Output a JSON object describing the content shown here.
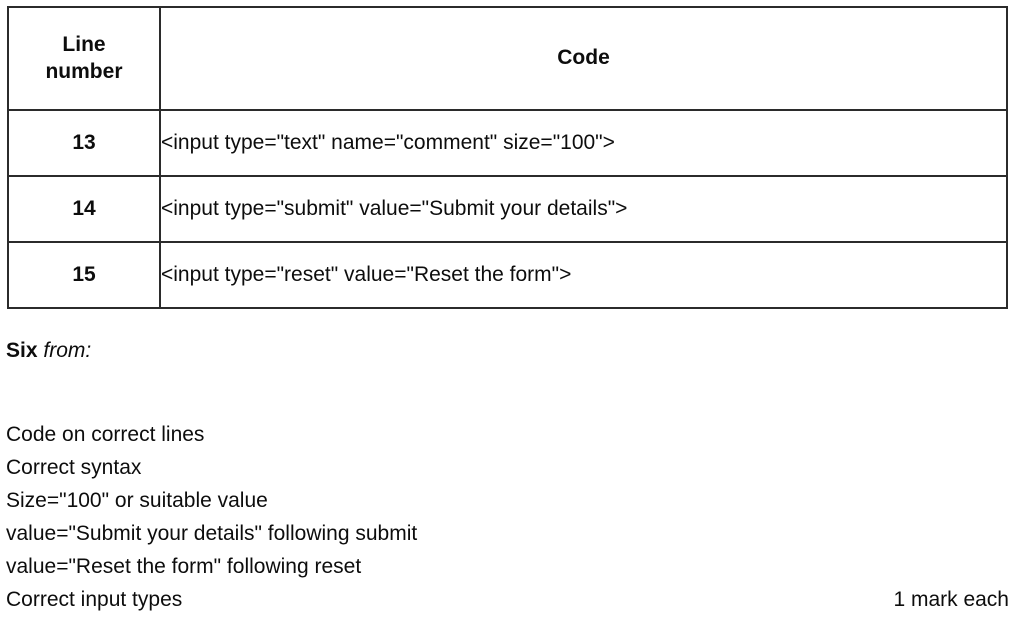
{
  "table": {
    "headers": {
      "line_number": "Line\nnumber",
      "line_number_l1": "Line",
      "line_number_l2": "number",
      "code": "Code"
    },
    "rows": [
      {
        "line": "13",
        "code": "<input type=\"text\" name=\"comment\" size=\"100\">"
      },
      {
        "line": "14",
        "code": "<input type=\"submit\" value=\"Submit your details\">"
      },
      {
        "line": "15",
        "code": "<input type=\"reset\" value=\"Reset the form\">"
      }
    ]
  },
  "notes": {
    "heading_lead": "Six",
    "heading_trail": " from:",
    "criteria": [
      "Code on correct lines",
      "Correct syntax",
      "Size=\"100\" or suitable value",
      "value=\"Submit your details\" following submit",
      "value=\"Reset the form\" following reset",
      "Correct input types"
    ],
    "marks": "1 mark each"
  }
}
